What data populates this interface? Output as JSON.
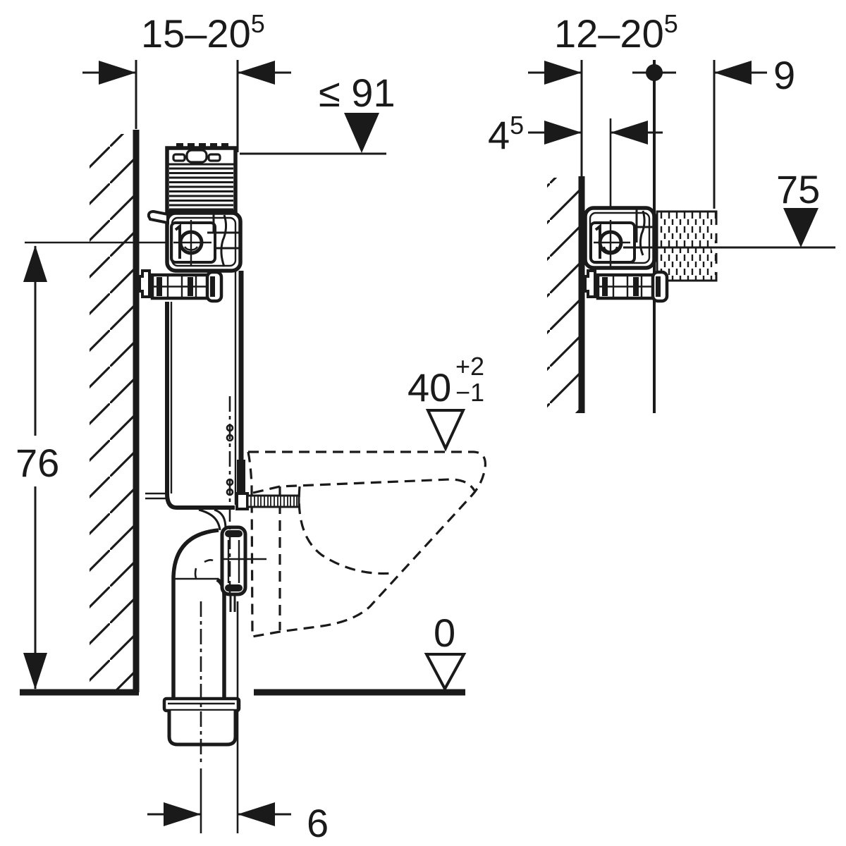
{
  "meta": {
    "kind": "concealed-cistern-installation-diagram",
    "ink_color": "#1a1a1a",
    "background_color": "#ffffff"
  },
  "left_view": {
    "top_width_range": {
      "main": "15–20",
      "sup": "5"
    },
    "max_water_level": "≤ 91",
    "supply_height": "76",
    "bowl_rim_level": {
      "main": "40",
      "sup": "+2",
      "sub": "−1"
    },
    "floor_level": "0",
    "drain_offset": "6"
  },
  "right_view": {
    "top_width_range": {
      "main": "12–20",
      "sup": "5"
    },
    "front_offset": {
      "main": "4",
      "sup": "5"
    },
    "protection_box_depth": "9",
    "level_height": "75"
  }
}
